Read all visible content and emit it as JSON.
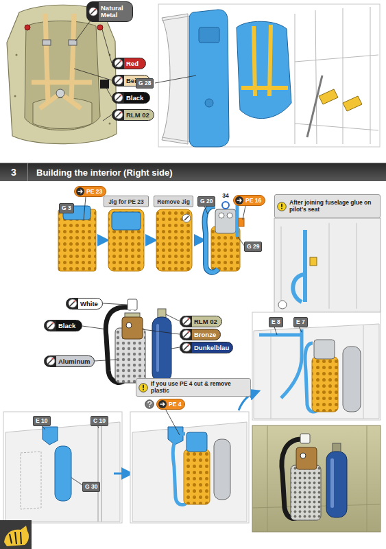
{
  "diagram": {
    "nodes": [
      {
        "text": [
          "Natural Metal"
        ]
      },
      {
        "text": [
          "Red"
        ]
      },
      {
        "text": [
          "Beige"
        ]
      },
      {
        "text": [
          "Black"
        ]
      },
      {
        "text": [
          "RLM 02"
        ]
      },
      {
        "text": [
          "3",
          "Building the interior (Right side)"
        ]
      },
      {
        "text": [
          "Jig for PE 23"
        ]
      },
      {
        "text": [
          "Remove Jig"
        ]
      },
      {
        "text": [
          "After joining fuselage glue on pilot's seat"
        ]
      },
      {
        "text": [
          "White"
        ]
      },
      {
        "text": [
          "Black"
        ]
      },
      {
        "text": [
          "RLM 02"
        ]
      },
      {
        "text": [
          "Bronze"
        ]
      },
      {
        "text": [
          "Dunkelblau"
        ]
      },
      {
        "text": [
          "Aluminum"
        ]
      },
      {
        "text": [
          "If you use PE 4 cut & remove plastic"
        ]
      }
    ],
    "labels": [
      "G 28",
      "G 3",
      "PE 23",
      "G 20",
      "34",
      "PE 16",
      "G 29",
      "E 8",
      "E 7",
      "E 10",
      "C 10",
      "G 30",
      "PE 4"
    ]
  }
}
